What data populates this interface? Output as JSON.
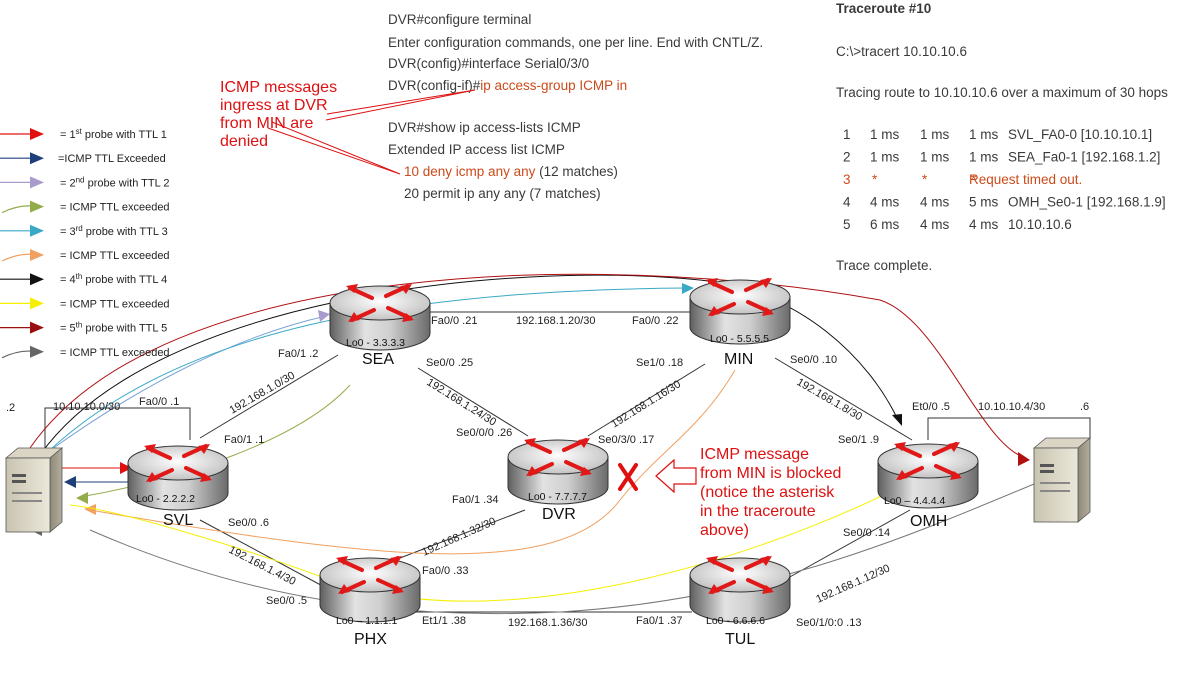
{
  "config": {
    "lines": [
      "DVR#configure terminal",
      "Enter configuration commands, one per line.  End with CNTL/Z.",
      "DVR(config)#interface Serial0/3/0"
    ],
    "ag_prefix": "DVR(config-if)#",
    "ag_cmd": "ip access-group ICMP in",
    "show_cmd": "DVR#show ip access-lists ICMP",
    "acl_header": "Extended IP access list ICMP",
    "rule1_num": "10 ",
    "rule1_body": "deny icmp any any",
    "rule1_matches": " (12 matches)",
    "rule2": "20 permit ip any any (7 matches)"
  },
  "traceroute": {
    "title": "Traceroute #10",
    "command": "C:\\>tracert 10.10.10.6",
    "tracing": "Tracing route to 10.10.10.6 over a maximum of 30 hops",
    "hops": [
      {
        "n": "1",
        "t1": "1 ms",
        "t2": "1 ms",
        "t3": "1 ms",
        "host": "SVL_FA0-0 [10.10.10.1]"
      },
      {
        "n": "2",
        "t1": "1 ms",
        "t2": "1 ms",
        "t3": "1 ms",
        "host": "SEA_Fa0-1 [192.168.1.2]"
      },
      {
        "n": "3",
        "t1": "*",
        "t2": "*",
        "t3": "*",
        "host": "Request timed out."
      },
      {
        "n": "4",
        "t1": "4 ms",
        "t2": "4 ms",
        "t3": "5 ms",
        "host": "OMH_Se0-1 [192.168.1.9]"
      },
      {
        "n": "5",
        "t1": "6 ms",
        "t2": "4 ms",
        "t3": "4 ms",
        "host": "10.10.10.6"
      }
    ],
    "complete": "Trace complete."
  },
  "annotations": {
    "dvr_lines": [
      "ICMP messages",
      "ingress at DVR",
      "from MIN are",
      "denied"
    ],
    "min_lines": [
      "ICMP message",
      "from MIN is blocked",
      "(notice the asterisk",
      "in the traceroute",
      "above)"
    ]
  },
  "legend": [
    {
      "pre": "= 1",
      "sup": "st",
      "post": " probe with TTL 1",
      "color": "#e01010"
    },
    {
      "pre": "=ICMP TTL Exceeded",
      "sup": "",
      "post": "",
      "color": "#1f3f7a"
    },
    {
      "pre": "= 2",
      "sup": "nd",
      "post": " probe with TTL 2",
      "color": "#a99ccc"
    },
    {
      "pre": "= ICMP TTL exceeded",
      "sup": "",
      "post": "",
      "color": "#93ac4b"
    },
    {
      "pre": "= 3",
      "sup": "rd",
      "post": " probe with TTL 3",
      "color": "#3aa9c6"
    },
    {
      "pre": "= ICMP TTL exceeded",
      "sup": "",
      "post": "",
      "color": "#f0a060"
    },
    {
      "pre": "= 4",
      "sup": "th",
      "post": " probe with TTL 4",
      "color": "#111111"
    },
    {
      "pre": "= ICMP TTL exceeded",
      "sup": "",
      "post": "",
      "color": "#f5f000"
    },
    {
      "pre": "= 5",
      "sup": "th",
      "post": " probe with TTL 5",
      "color": "#9a1010"
    },
    {
      "pre": "= ICMP TTL exceeded",
      "sup": "",
      "post": "",
      "color": "#666666"
    }
  ],
  "routers": [
    {
      "id": "sea",
      "name": "SEA",
      "lo": "Lo0 - 3.3.3.3"
    },
    {
      "id": "min",
      "name": "MIN",
      "lo": "Lo0 - 5.5.5.5"
    },
    {
      "id": "svl",
      "name": "SVL",
      "lo": "Lo0 - 2.2.2.2"
    },
    {
      "id": "dvr",
      "name": "DVR",
      "lo": "Lo0 - 7.7.7.7"
    },
    {
      "id": "omh",
      "name": "OMH",
      "lo": "Lo0 – 4.4.4.4"
    },
    {
      "id": "phx",
      "name": "PHX",
      "lo": "Lo0 – 1.1.1.1"
    },
    {
      "id": "tul",
      "name": "TUL",
      "lo": "Lo0 - 6.6.6.6"
    }
  ],
  "labels": {
    "sea_fa00": "Fa0/0   .21",
    "net_sea_min": "192.168.1.20/30",
    "min_fa00": "Fa0/0   .22",
    "sea_fa01": "Fa0/1   .2",
    "sea_se00": "Se0/0   .25",
    "min_se10": "Se1/0   .18",
    "min_se00": "Se0/0   .10",
    "net_svl_sea": "192.168.1.0/30",
    "net_sea_dvr": "192.168.1.24/30",
    "net_dvr_min": "192.168.1.16/30",
    "net_min_omh": "192.168.1.8/30",
    "svl_host_ip": ".2",
    "net_svl_host": "10.10.10.0/30",
    "svl_fa00": "Fa0/0   .1",
    "svl_fa01": "Fa0/1   .1",
    "dvr_se000": "Se0/0/0   .26",
    "dvr_se030": "Se0/3/0   .17",
    "omh_et00": "Et0/0   .5",
    "net_omh_host": "10.10.10.4/30",
    "omh_host_ip": ".6",
    "omh_se01": "Se0/1   .9",
    "dvr_fa01": "Fa0/1   .34",
    "svl_se00": "Se0/0   .6",
    "net_phx_dvr": "192.168.1.32/30",
    "omh_se00": "Se0/0   .14",
    "net_svl_phx": "192.168.1.4/30",
    "phx_fa00": "Fa0/0   .33",
    "net_tul_omh": "192.168.1.12/30",
    "phx_se00": "Se0/0   .5",
    "phx_et11": "Et1/1   .38",
    "net_phx_tul": "192.168.1.36/30",
    "tul_fa01": "Fa0/1   .37",
    "tul_se0100": "Se0/1/0:0   .13"
  }
}
